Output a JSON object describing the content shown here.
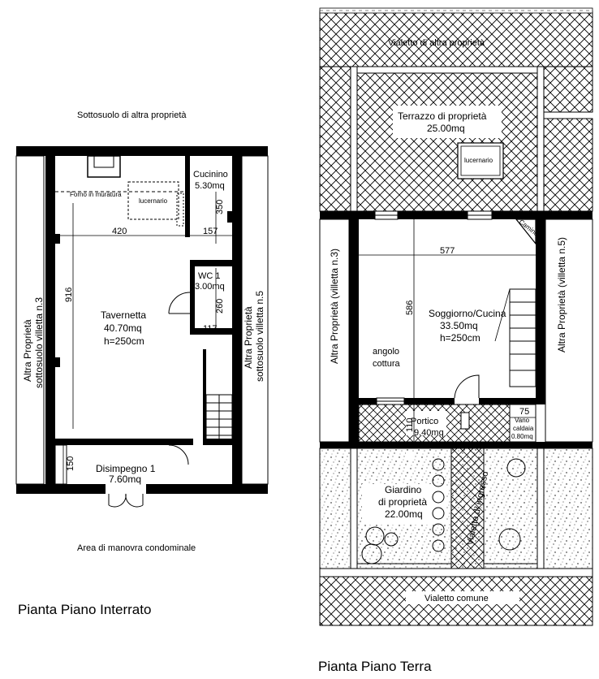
{
  "left_plan": {
    "title": "Pianta Piano Interrato",
    "top_label": "Sottosuolo di altra proprietà",
    "bottom_label": "Area di manovra condominale",
    "left_side_label": [
      "Altra Proprietà",
      "sottosuolo villetta n.3"
    ],
    "right_side_label": [
      "Altra Proprietà",
      "sottosuolo villetta n.5"
    ],
    "forno": "Forno in muratura",
    "lucernario": "lucernario",
    "cucinino": {
      "name": "Cucinino",
      "area": "5.30mq"
    },
    "wc": {
      "name": "WC 1",
      "area": "3.00mq"
    },
    "tavernetta": {
      "name": "Tavernetta",
      "area": "40.70mq",
      "height": "h=250cm"
    },
    "disimpegno": {
      "name": "Disimpegno 1",
      "area": "7.60mq"
    },
    "dims": {
      "d420": "420",
      "d157": "157",
      "d350": "350",
      "d916": "916",
      "d260": "260",
      "d117": "117",
      "d150": "150"
    }
  },
  "right_plan": {
    "title": "Pianta Piano Terra",
    "vialetto_top": "Vialetto di altra proprietà",
    "terrazzo": {
      "name": "Terrazzo di proprietà",
      "area": "25.00mq"
    },
    "lucernario": "lucernario",
    "camino": "Camino",
    "left_side_label": "Altra Proprietà (villetta n.3)",
    "right_side_label": "Altra Proprietà (villetta n.5)",
    "soggiorno": {
      "name": "Soggiorno/Cucina",
      "area": "33.50mq",
      "height": "h=250cm"
    },
    "angolo": [
      "angolo",
      "cottura"
    ],
    "portico": {
      "name": "Portico",
      "area": "9.40mq"
    },
    "vano": [
      "Vano",
      "caldaia",
      "0.80mq"
    ],
    "giardino": {
      "name": [
        "Giardino",
        "di proprietà"
      ],
      "area": "22.00mq"
    },
    "vialetto_ingresso": "Vialetto di ingresso",
    "vialetto_comune": "Vialetto comune",
    "dims": {
      "d577": "577",
      "d586": "586",
      "d110": "110",
      "d75": "75"
    }
  }
}
